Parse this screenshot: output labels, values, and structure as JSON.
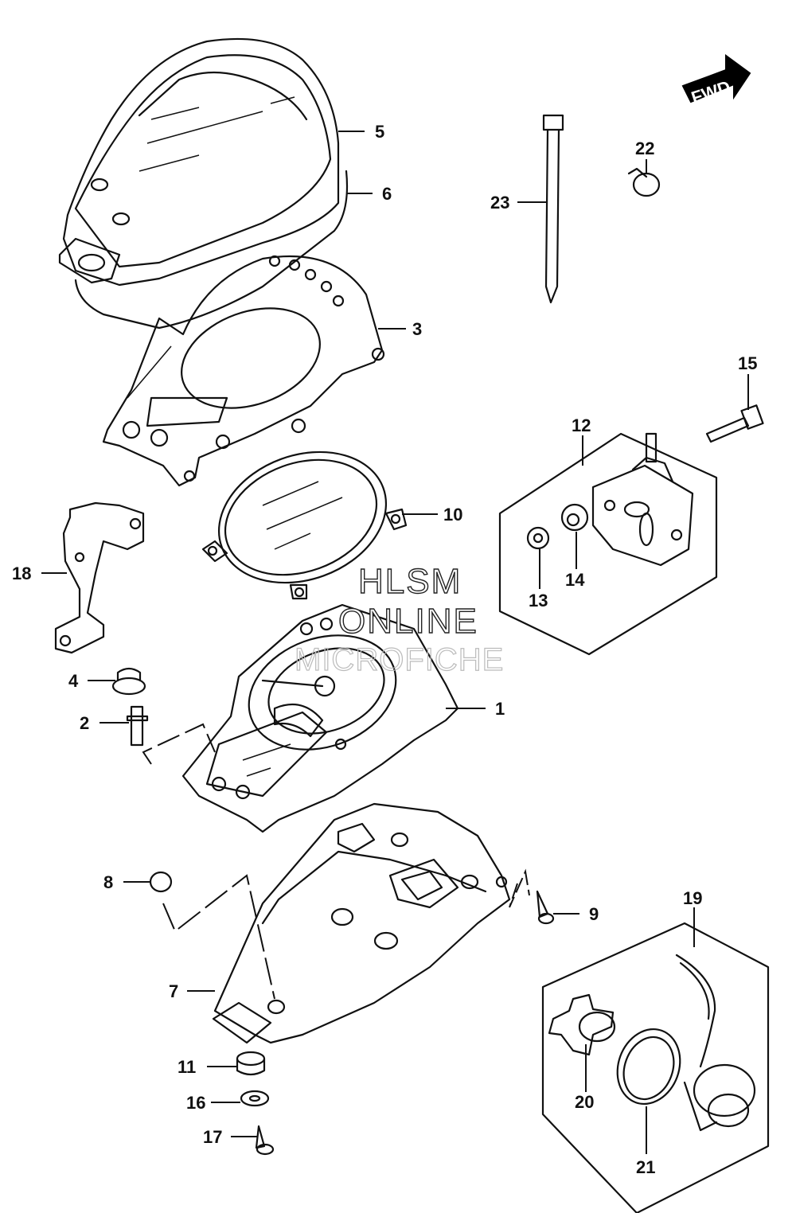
{
  "fwd_label": "FWD",
  "watermark": {
    "line1": "HLSM",
    "line2": "ONLINE",
    "line3": "MICROFICHE"
  },
  "callouts": {
    "p1": "1",
    "p2": "2",
    "p3": "3",
    "p4": "4",
    "p5": "5",
    "p6": "6",
    "p7": "7",
    "p8": "8",
    "p9": "9",
    "p10": "10",
    "p11": "11",
    "p12": "12",
    "p13": "13",
    "p14": "14",
    "p15": "15",
    "p16": "16",
    "p17": "17",
    "p18": "18",
    "p19": "19",
    "p20": "20",
    "p21": "21",
    "p22": "22",
    "p23": "23"
  }
}
